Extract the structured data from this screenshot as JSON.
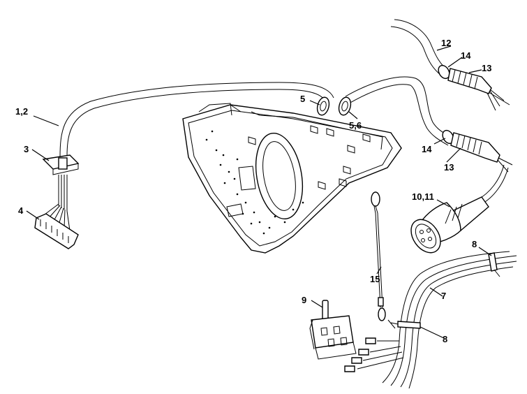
{
  "labels": {
    "l_1_2": "1,2",
    "l_3": "3",
    "l_4": "4",
    "l_5": "5",
    "l_5_6": "5,6",
    "l_7": "7",
    "l_8_top": "8",
    "l_8_bottom": "8",
    "l_9": "9",
    "l_10_11": "10,11",
    "l_12": "12",
    "l_13_top": "13",
    "l_13_bottom": "13",
    "l_14_top": "14",
    "l_14_bottom": "14",
    "l_15": "15"
  },
  "colors": {
    "ink": "#000000",
    "paper": "#ffffff"
  }
}
